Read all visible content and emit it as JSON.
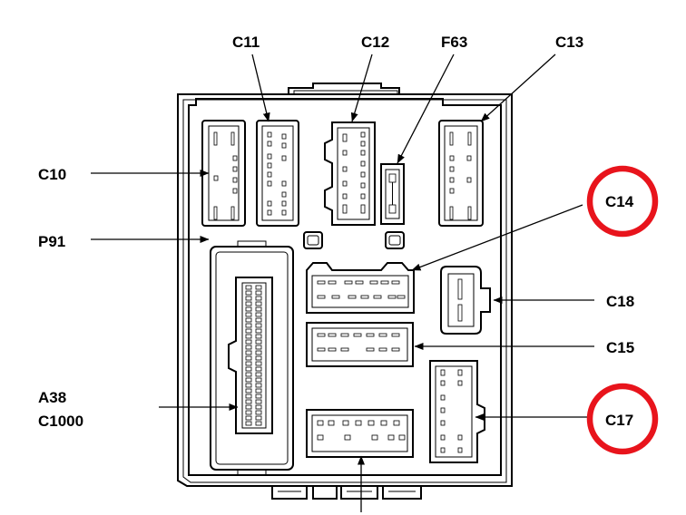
{
  "labels": {
    "c10": "C10",
    "c11": "C11",
    "c12": "C12",
    "f63": "F63",
    "c13": "C13",
    "c14": "C14",
    "p91": "P91",
    "c18": "C18",
    "c15": "C15",
    "a38": "A38",
    "c1000": "C1000",
    "c17": "C17"
  },
  "colors": {
    "line": "#000000",
    "highlight_circle": "#e8141c",
    "background": "#ffffff"
  },
  "highlighted": [
    "C14",
    "C17"
  ]
}
